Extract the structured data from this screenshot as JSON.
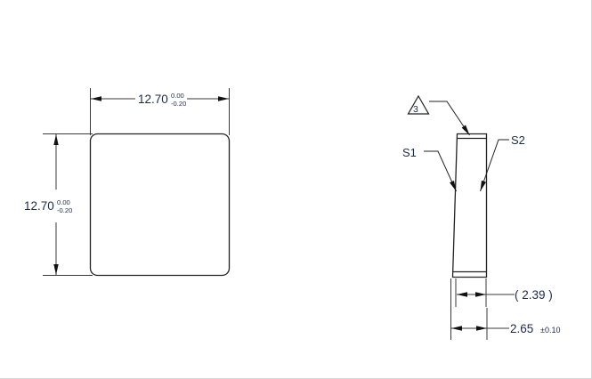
{
  "sheet": {
    "background_color": "#ffffff",
    "line_color": "#222222",
    "text_color": "#1d2b4a"
  },
  "front_view": {
    "name": "square-plate-front-view",
    "width_dimension": {
      "value": "12.70",
      "tolerance_upper": "0.00",
      "tolerance_lower": "-0.20"
    },
    "height_dimension": {
      "value": "12.70",
      "tolerance_upper": "0.00",
      "tolerance_lower": "-0.20"
    }
  },
  "side_view": {
    "name": "wedge-side-view",
    "labels": {
      "surface_1": "S1",
      "surface_2": "S2"
    },
    "flag_note": {
      "number": "3",
      "shape": "triangle"
    },
    "reference_dimension": {
      "text": "( 2.39 )",
      "value": "2.39",
      "type": "reference"
    },
    "thickness_dimension": {
      "value": "2.65",
      "tolerance": "±0.10",
      "tolerance_symbol": "±",
      "tolerance_value": "0.10"
    }
  },
  "icons": {
    "arrow_head": "arrowhead-icon",
    "triangle_flag": "flag-note-triangle-icon"
  }
}
